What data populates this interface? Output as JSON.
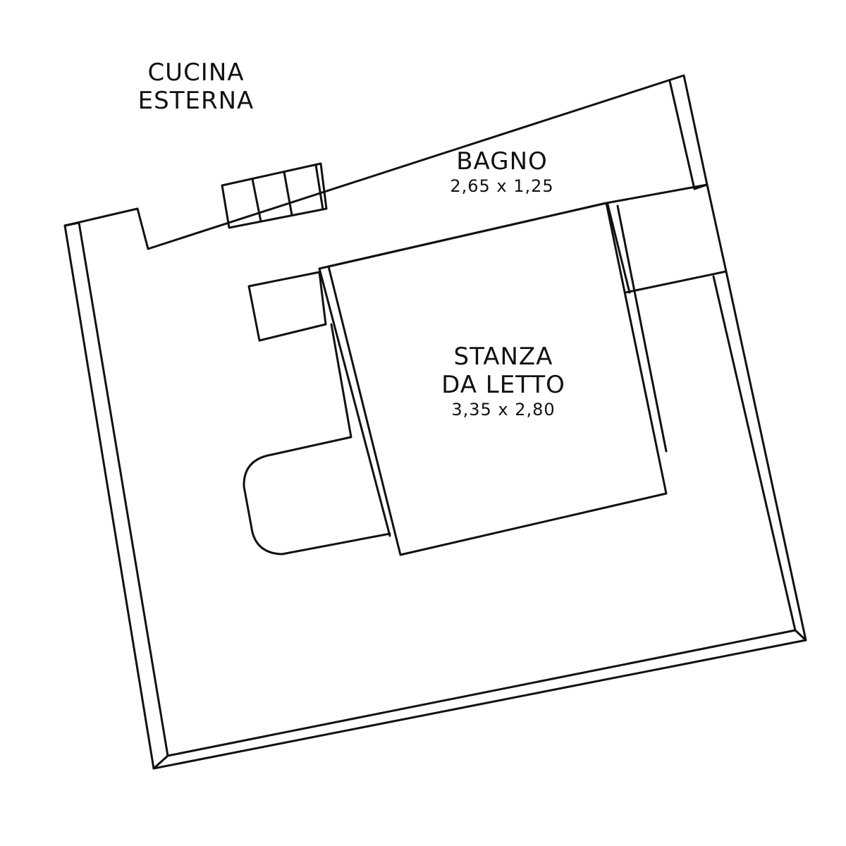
{
  "rooms": {
    "kitchen": {
      "line1": "CUCINA",
      "line2": "ESTERNA"
    },
    "bathroom": {
      "name": "BAGNO",
      "size": "2,65 x 1,25"
    },
    "bedroom": {
      "line1": "STANZA",
      "line2": "DA LETTO",
      "size": "3,35 x 2,80"
    }
  },
  "colors": {
    "line": "#111111",
    "background": "#ffffff"
  }
}
